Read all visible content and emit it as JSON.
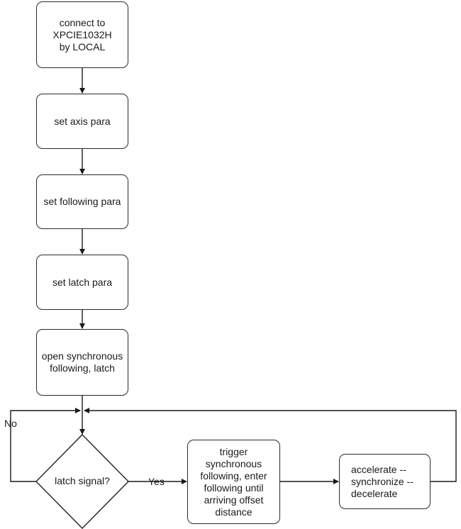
{
  "flowchart": {
    "steps": [
      {
        "id": "connect",
        "text": "connect to\nXPCIE1032H\n by LOCAL"
      },
      {
        "id": "axis",
        "text": "set axis para"
      },
      {
        "id": "following",
        "text": "set following para"
      },
      {
        "id": "latch",
        "text": "set latch para"
      },
      {
        "id": "open",
        "text": "open synchronous\nfollowing, latch"
      },
      {
        "id": "trigger",
        "text": "trigger\nsynchronous\nfollowing, enter\nfollowing until\narriving offset\ndistance"
      },
      {
        "id": "accel",
        "text": "accelerate --\nsynchronize --\ndecelerate"
      }
    ],
    "decision": {
      "id": "latch-signal",
      "text": "latch signal?"
    },
    "branch_labels": {
      "yes": "Yes",
      "no": "No"
    }
  }
}
